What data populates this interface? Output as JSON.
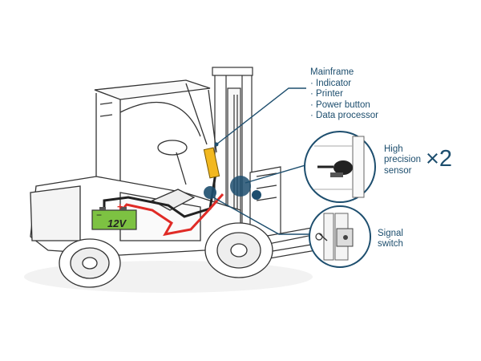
{
  "mainframe": {
    "title": "Mainframe",
    "items": [
      "Indicator",
      "Printer",
      "Power button",
      "Data processor"
    ]
  },
  "sensor": {
    "label_lines": [
      "High",
      "precision",
      "sensor"
    ],
    "multiplier": "×2"
  },
  "signal_switch": {
    "label_lines": [
      "Signal",
      "switch"
    ]
  },
  "battery": {
    "text": "12V",
    "plus": "+",
    "minus": "−"
  },
  "colors": {
    "accent": "#1d4e6e",
    "battery_green": "#7dc242",
    "wire_red": "#e02b26",
    "mainframe_yellow": "#f2b81f"
  }
}
